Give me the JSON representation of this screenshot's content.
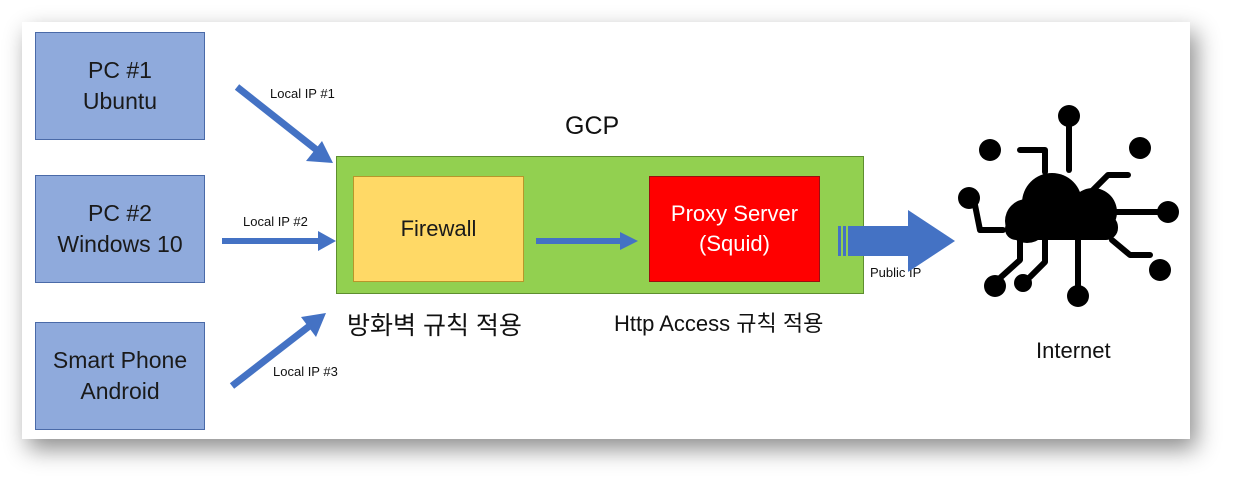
{
  "devices": [
    {
      "line1": "PC #1",
      "line2": "Ubuntu"
    },
    {
      "line1": "PC #2",
      "line2": "Windows 10"
    },
    {
      "line1": "Smart Phone",
      "line2": "Android"
    }
  ],
  "connections": {
    "local_ip_1": "Local IP #1",
    "local_ip_2": "Local IP #2",
    "local_ip_3": "Local IP #3",
    "public_ip": "Public IP"
  },
  "gcp": {
    "title": "GCP",
    "firewall": "Firewall",
    "proxy_line1": "Proxy Server",
    "proxy_line2": "(Squid)",
    "firewall_caption": "방화벽 규칙 적용",
    "proxy_caption": "Http Access 규칙 적용"
  },
  "internet": {
    "label": "Internet",
    "icon": "cloud-network-icon"
  },
  "colors": {
    "device_fill": "#8faadc",
    "arrow": "#4472c4",
    "gcp_fill": "#92d050",
    "firewall_fill": "#ffd966",
    "proxy_fill": "#ff0000"
  }
}
